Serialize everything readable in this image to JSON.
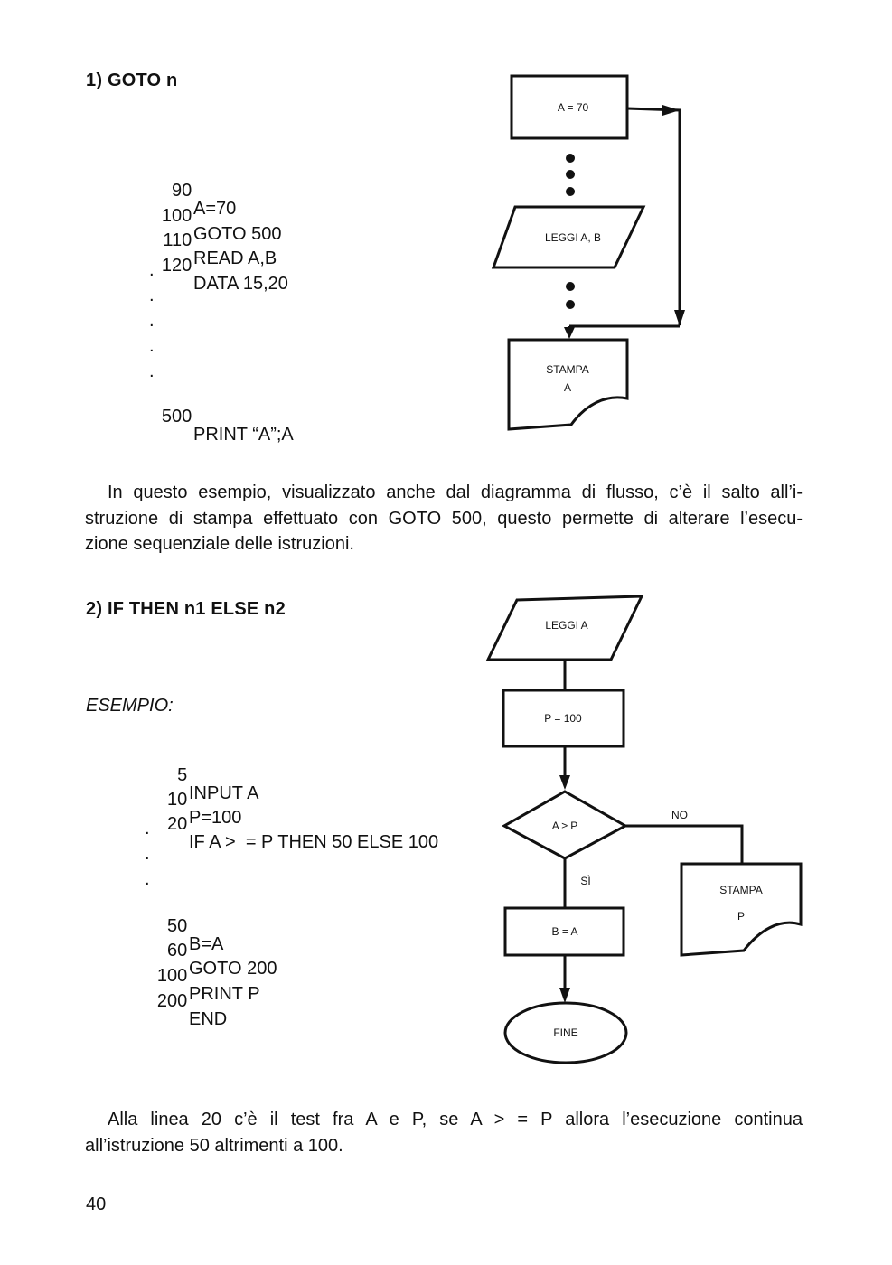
{
  "section1": {
    "heading": "1) GOTO n",
    "code": [
      {
        "num": "90",
        "stmt": "A=70"
      },
      {
        "num": "100",
        "stmt": "GOTO 500"
      },
      {
        "num": "110",
        "stmt": "READ A,B"
      },
      {
        "num": "120",
        "stmt": "DATA 15,20"
      },
      {
        "num": "500",
        "stmt": "PRINT “A”;A"
      }
    ],
    "dots": [
      ".",
      ".",
      ".",
      ".",
      "."
    ],
    "flowchart": {
      "box1": "A = 70",
      "io1": "LEGGI A, B",
      "print_line1": "STAMPA",
      "print_line2": "A"
    },
    "paragraph": [
      "In questo esempio, visualizzato anche dal diagramma di flusso, c’è il salto all’i-",
      "struzione di stampa effettuato con GOTO 500, questo permette di alterare l’esecu-",
      "zione sequenziale delle istruzioni."
    ]
  },
  "section2": {
    "heading": "2) IF THEN n1 ELSE n2",
    "example_label": "ESEMPIO:",
    "code_top": [
      {
        "num": "5",
        "stmt": "INPUT A"
      },
      {
        "num": "10",
        "stmt": "P=100"
      },
      {
        "num": "20",
        "stmt": "IF A >  = P THEN 50 ELSE 100"
      }
    ],
    "dots": [
      ".",
      ".",
      "."
    ],
    "code_bottom": [
      {
        "num": "50",
        "stmt": "B=A"
      },
      {
        "num": "60",
        "stmt": "GOTO 200"
      },
      {
        "num": "100",
        "stmt": "PRINT P"
      },
      {
        "num": "200",
        "stmt": "END"
      }
    ],
    "flowchart": {
      "io1": "LEGGI A",
      "box1": "P = 100",
      "decision": "A ≥ P",
      "no_label": "NO",
      "yes_label": "SÌ",
      "box2": "B = A",
      "print_line1": "STAMPA",
      "print_line2": "P",
      "terminal": "FINE"
    },
    "paragraph": [
      "Alla linea 20 c’è il test fra A e P, se A >  = P allora l’esecuzione continua",
      "all’istruzione 50 altrimenti a 100."
    ]
  },
  "page_number": "40"
}
